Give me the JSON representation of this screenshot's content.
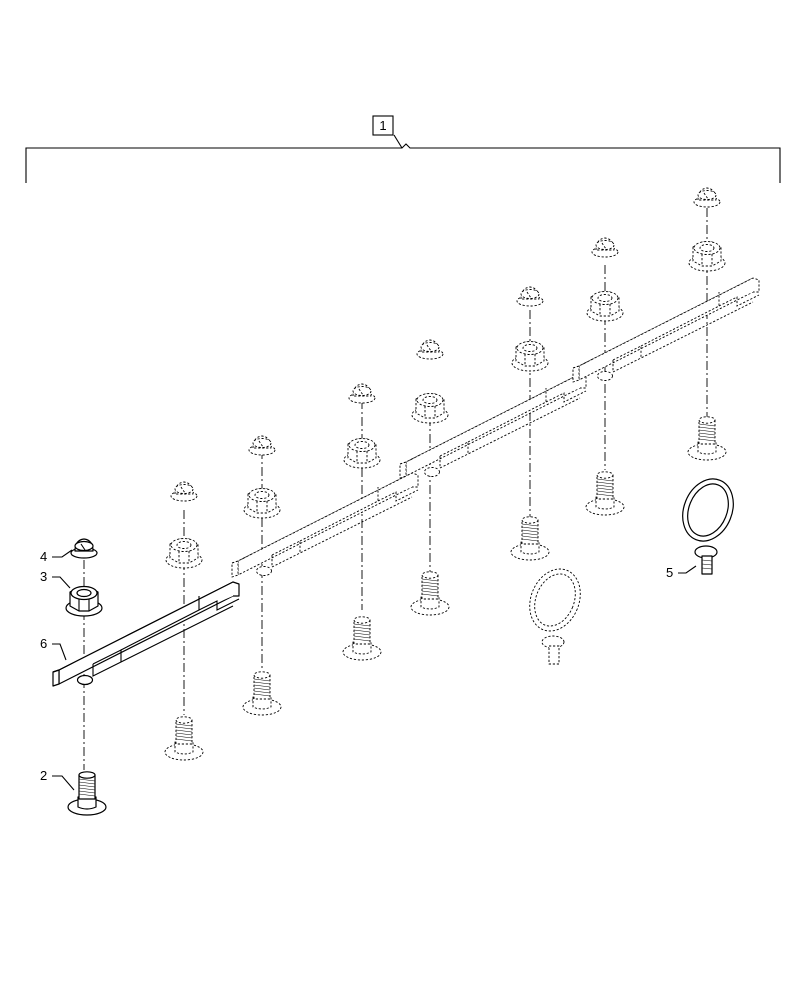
{
  "diagram": {
    "assembly_callout": "1",
    "parts": [
      {
        "callout": "2",
        "part": "bolt"
      },
      {
        "callout": "3",
        "part": "flange-nut"
      },
      {
        "callout": "4",
        "part": "cap"
      },
      {
        "callout": "5",
        "part": "clamp"
      },
      {
        "callout": "6",
        "part": "bracket"
      }
    ]
  }
}
